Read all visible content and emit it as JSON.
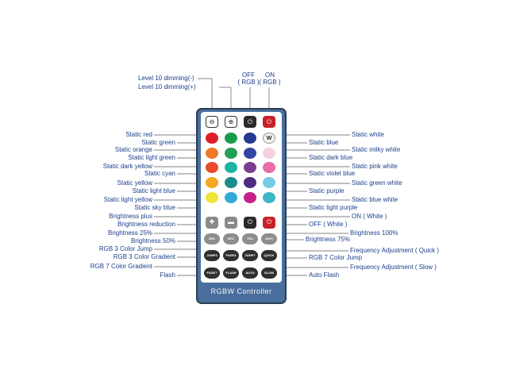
{
  "remote": {
    "brand_label": "RGBW Controller",
    "colors": {
      "body": "#4a6f9c",
      "panel": "#ffffff",
      "label_text": "#1c3f8a",
      "leader_line": "#5a5a5a"
    },
    "buttons": {
      "row1": [
        {
          "name": "level-10-dimming-down-button",
          "glyph": "⊖",
          "color": "#ffffff",
          "ring": "#333333"
        },
        {
          "name": "level-10-dimming-up-button",
          "glyph": "⊕",
          "color": "#ffffff",
          "ring": "#333333"
        },
        {
          "name": "rgb-off-button",
          "glyph": "⏻",
          "color": "#2a2a2a",
          "ring": "#2a2a2a"
        },
        {
          "name": "rgb-on-button",
          "glyph": "⏻",
          "color": "#c9202a",
          "ring": "#c9202a"
        }
      ],
      "color_grid": [
        [
          "#e21d2a",
          "#1a9b4c",
          "#263b8f",
          "#f1f1f1"
        ],
        [
          "#ef7a27",
          "#22a055",
          "#3345a2",
          "#f3d1de"
        ],
        [
          "#e84a2a",
          "#1bb4a5",
          "#7b3f90",
          "#e96ba8"
        ],
        [
          "#f5a623",
          "#1a8c8a",
          "#4f2c83",
          "#75cde3"
        ],
        [
          "#f2e33a",
          "#33a9d6",
          "#c5218b",
          "#3fb4c7"
        ]
      ],
      "w_button_label": "W",
      "white_row": [
        {
          "name": "brightness-plus-button",
          "glyph": "✚",
          "color": "#8a8a8a"
        },
        {
          "name": "brightness-reduction-button",
          "glyph": "▬",
          "color": "#8a8a8a"
        },
        {
          "name": "white-off-button",
          "glyph": "⏻",
          "color": "#2a2a2a"
        },
        {
          "name": "white-on-button",
          "glyph": "⏻",
          "color": "#c9202a"
        }
      ],
      "brightness_row": [
        "25%",
        "50%",
        "75%",
        "100%"
      ],
      "mode_row1": [
        "JUMP3",
        "FADE3",
        "JUMP7",
        "QUICK"
      ],
      "mode_row2": [
        "FADE7",
        "FLASH",
        "AUTO",
        "SLOW"
      ]
    }
  },
  "labels": {
    "top": [
      {
        "id": "level-down",
        "text": "Level 10 dimming(-)"
      },
      {
        "id": "level-up",
        "text": "Level 10 dimming(+)"
      },
      {
        "id": "off-rgb-1",
        "text": "OFF"
      },
      {
        "id": "off-rgb-2",
        "text": "( RGB )"
      },
      {
        "id": "on-rgb-1",
        "text": "ON"
      },
      {
        "id": "on-rgb-2",
        "text": "( RGB )"
      }
    ],
    "left": [
      {
        "id": "static-red",
        "text": "Static red"
      },
      {
        "id": "static-green",
        "text": "Static green"
      },
      {
        "id": "static-orange",
        "text": "Static orange"
      },
      {
        "id": "static-light-green",
        "text": "Static light green"
      },
      {
        "id": "static-dark-yellow",
        "text": "Static dark yellow"
      },
      {
        "id": "static-cyan",
        "text": "Static cyan"
      },
      {
        "id": "static-yellow",
        "text": "Static yellow"
      },
      {
        "id": "static-light-blue",
        "text": "Static light blue"
      },
      {
        "id": "static-light-yellow",
        "text": "Static light yellow"
      },
      {
        "id": "static-sky-blue",
        "text": "Static sky blue"
      },
      {
        "id": "brightness-plus",
        "text": "Brightness plus"
      },
      {
        "id": "brightness-reduction",
        "text": "Brightness reduction"
      },
      {
        "id": "brightness-25",
        "text": "Brightness 25%"
      },
      {
        "id": "brightness-50",
        "text": "Brightness 50%"
      },
      {
        "id": "rgb3-jump",
        "text": "RGB 3 Color Jump"
      },
      {
        "id": "rgb3-gradient",
        "text": "RGB 3 Color Gradient"
      },
      {
        "id": "rgb7-gradient",
        "text": "RGB 7 Color Gradient"
      },
      {
        "id": "flash",
        "text": "Flash"
      }
    ],
    "right": [
      {
        "id": "static-white",
        "text": "Static white"
      },
      {
        "id": "static-blue",
        "text": "Static blue"
      },
      {
        "id": "static-milky-white",
        "text": "Static milky white"
      },
      {
        "id": "static-dark-blue",
        "text": "Static dark blue"
      },
      {
        "id": "static-pink-white",
        "text": "Static pink white"
      },
      {
        "id": "static-violet-blue",
        "text": "Static violet blue"
      },
      {
        "id": "static-green-white",
        "text": "Static green white"
      },
      {
        "id": "static-purple",
        "text": "Static purple"
      },
      {
        "id": "static-blue-white",
        "text": "Static blue white"
      },
      {
        "id": "static-light-purple",
        "text": "Static light purple"
      },
      {
        "id": "on-white",
        "text": "ON ( White )"
      },
      {
        "id": "off-white",
        "text": "OFF ( White )"
      },
      {
        "id": "brightness-100",
        "text": "Brightness 100%"
      },
      {
        "id": "brightness-75",
        "text": "Brightness 75%"
      },
      {
        "id": "freq-quick",
        "text": "Frequency Adjustment ( Quick )"
      },
      {
        "id": "rgb7-jump",
        "text": "RGB 7 Color Jump"
      },
      {
        "id": "freq-slow",
        "text": "Frequency Adjustment ( Slow )"
      },
      {
        "id": "auto-flash",
        "text": "Auto Flash"
      }
    ]
  }
}
